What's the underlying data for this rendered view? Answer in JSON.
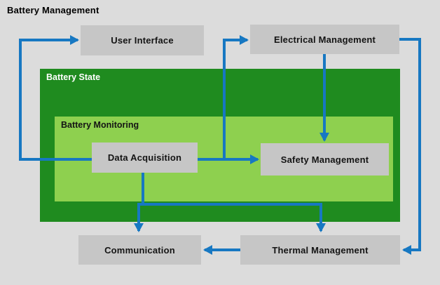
{
  "diagram": {
    "title": "Battery Management",
    "containers": [
      {
        "id": "battery-state",
        "label": "Battery State"
      },
      {
        "id": "battery-monitoring",
        "label": "Battery Monitoring"
      }
    ],
    "nodes": [
      {
        "id": "user-interface",
        "label": "User Interface"
      },
      {
        "id": "electrical-management",
        "label": "Electrical Management"
      },
      {
        "id": "data-acquisition",
        "label": "Data Acquisition"
      },
      {
        "id": "safety-management",
        "label": "Safety Management"
      },
      {
        "id": "communication",
        "label": "Communication"
      },
      {
        "id": "thermal-management",
        "label": "Thermal Management"
      }
    ],
    "edges": [
      {
        "from": "Data Acquisition",
        "to": "User Interface"
      },
      {
        "from": "Data Acquisition",
        "to": "Safety Management"
      },
      {
        "from": "Data Acquisition",
        "to": "Electrical Management"
      },
      {
        "from": "Electrical Management",
        "to": "Safety Management"
      },
      {
        "from": "Electrical Management",
        "to": "Thermal Management"
      },
      {
        "from": "Data Acquisition",
        "to": "Communication"
      },
      {
        "from": "Data Acquisition",
        "to": "Thermal Management"
      },
      {
        "from": "Thermal Management",
        "to": "Communication"
      }
    ],
    "colors": {
      "background": "#dcdcdc",
      "node_fill": "#c6c6c6",
      "battery_state_fill": "#1f8b1f",
      "battery_monitoring_fill": "#8ed04f",
      "arrow": "#1778c2",
      "title_text": "#000000",
      "node_text": "#141414",
      "state_label_text": "#ffffff"
    }
  }
}
